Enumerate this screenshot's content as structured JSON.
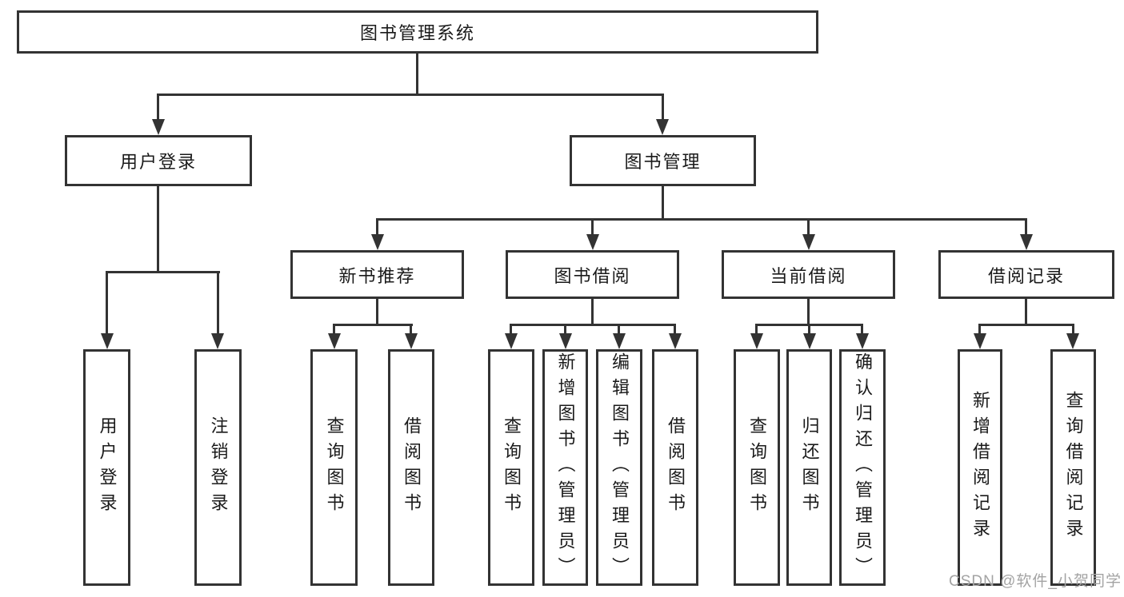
{
  "tree": {
    "root": {
      "label": "图书管理系统"
    },
    "branches": [
      {
        "label": "用户登录",
        "children": [
          {
            "label": "用户登录"
          },
          {
            "label": "注销登录"
          }
        ]
      },
      {
        "label": "图书管理",
        "children": [
          {
            "label": "新书推荐",
            "children": [
              {
                "label": "查询图书"
              },
              {
                "label": "借阅图书"
              }
            ]
          },
          {
            "label": "图书借阅",
            "children": [
              {
                "label": "查询图书"
              },
              {
                "label": "新增图书（管理员）"
              },
              {
                "label": "编辑图书（管理员）"
              },
              {
                "label": "借阅图书"
              }
            ]
          },
          {
            "label": "当前借阅",
            "children": [
              {
                "label": "查询图书"
              },
              {
                "label": "归还图书"
              },
              {
                "label": "确认归还（管理员）"
              }
            ]
          },
          {
            "label": "借阅记录",
            "children": [
              {
                "label": "新增借阅记录"
              },
              {
                "label": "查询借阅记录"
              }
            ]
          }
        ]
      }
    ]
  },
  "watermark": {
    "text": "CSDN @软件_小贺同学",
    "color": "#a3a3a3"
  },
  "colors": {
    "line": "#333333",
    "box_border": "#333333",
    "box_fill": "#ffffff",
    "text": "#1a1a1a",
    "background": "#ffffff"
  }
}
